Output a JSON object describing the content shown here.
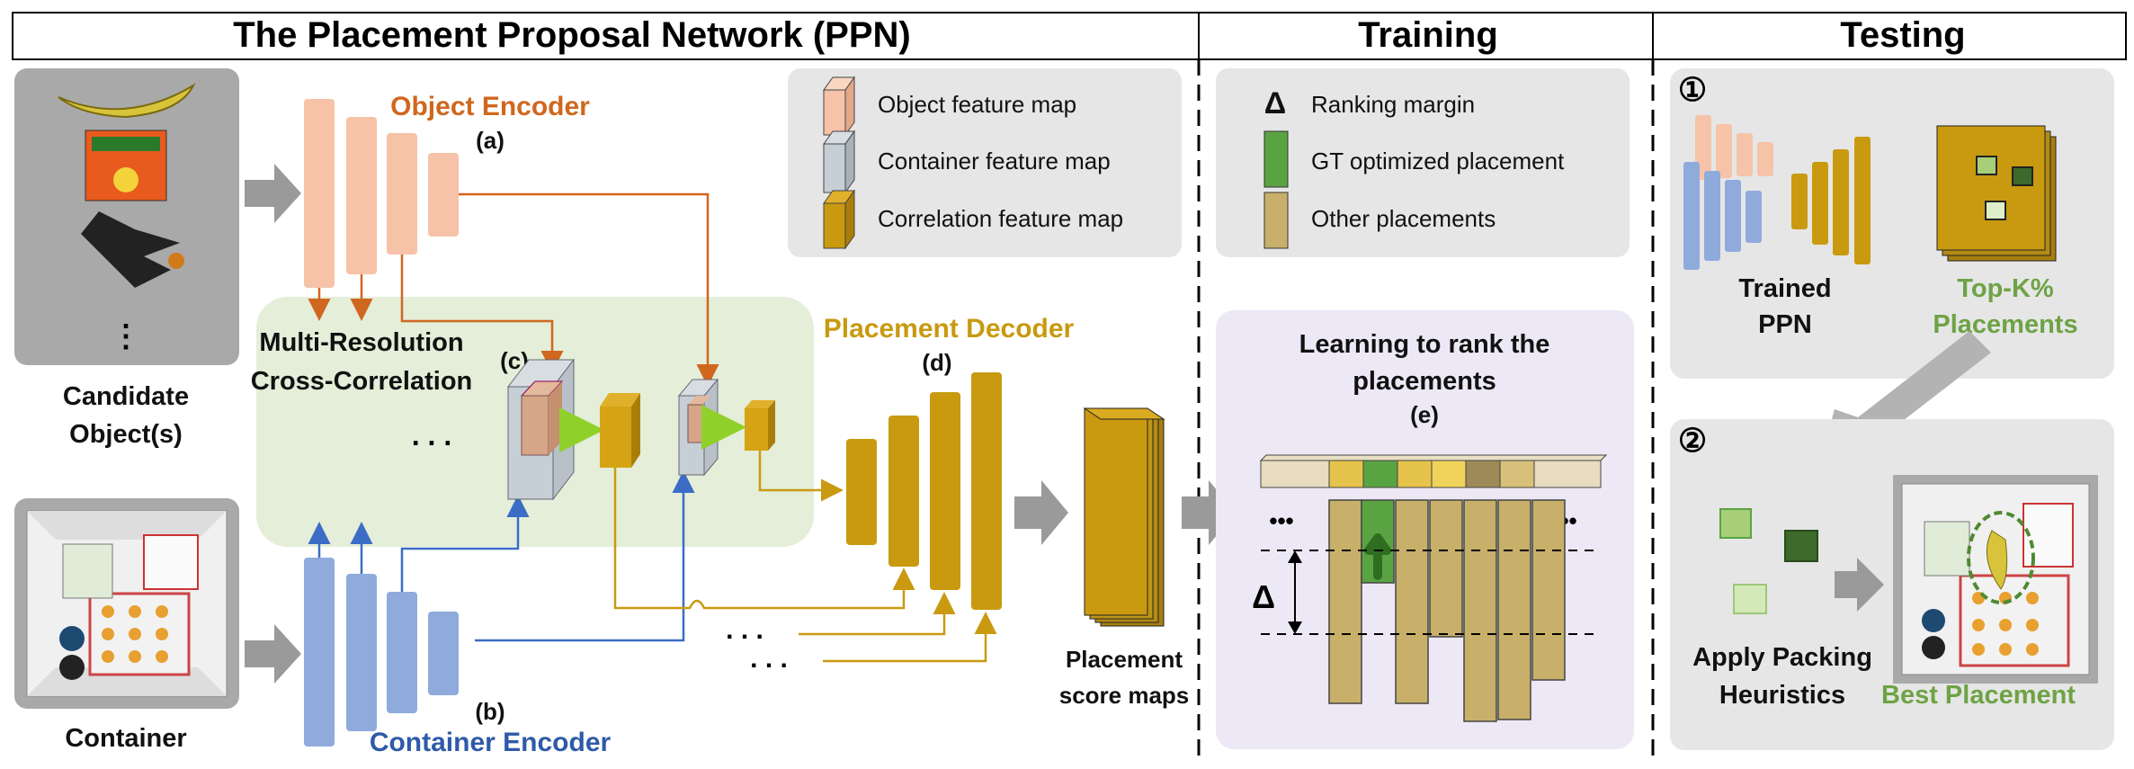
{
  "headers": {
    "ppn": "The Placement Proposal Network (PPN)",
    "training": "Training",
    "testing": "Testing"
  },
  "ppn": {
    "object_encoder": "Object Encoder",
    "label_a": "(a)",
    "container_encoder": "Container Encoder",
    "label_b": "(b)",
    "cross_corr_line1": "Multi-Resolution",
    "cross_corr_line2": "Cross-Correlation",
    "label_c": "(c)",
    "ellipsis": ". . .",
    "placement_decoder": "Placement Decoder",
    "label_d": "(d)",
    "candidate_line1": "Candidate",
    "candidate_line2": "Object(s)",
    "container": "Container",
    "vdots": "⋮",
    "score_maps_line1": "Placement",
    "score_maps_line2": "score maps",
    "ellipsis2": ". . .",
    "ellipsis3": ". . ."
  },
  "legend_ppn": {
    "object_fm": "Object feature map",
    "container_fm": "Container feature map",
    "correlation_fm": "Correlation feature map"
  },
  "legend_training": {
    "delta_symbol": "Δ",
    "ranking_margin": "Ranking margin",
    "gt": "GT optimized placement",
    "other": "Other placements"
  },
  "training": {
    "title_line1": "Learning to rank the",
    "title_line2": "placements",
    "label_e": "(e)",
    "dots_left": "•••",
    "dots_right": "•••",
    "delta": "Δ"
  },
  "testing": {
    "step1": "①",
    "step2": "②",
    "trained_line1": "Trained",
    "trained_line2": "PPN",
    "topk_line1": "Top-K%",
    "topk_line2": "Placements",
    "heur_line1": "Apply Packing",
    "heur_line2": "Heuristics",
    "best": "Best Placement"
  },
  "colors": {
    "object": "#f6c3a8",
    "container": "#8fabdc",
    "correlation": "#c99a10",
    "gt_green": "#5aa342",
    "rank_tan": "#c8b06a",
    "orange_text": "#d0671f",
    "blue_text": "#2e5aa8",
    "gold_text": "#c89a10",
    "green_text": "#6ea345",
    "panel_gray": "#e6e6e6",
    "panel_green": "#e4eed8",
    "panel_purple": "#ede8f5"
  }
}
